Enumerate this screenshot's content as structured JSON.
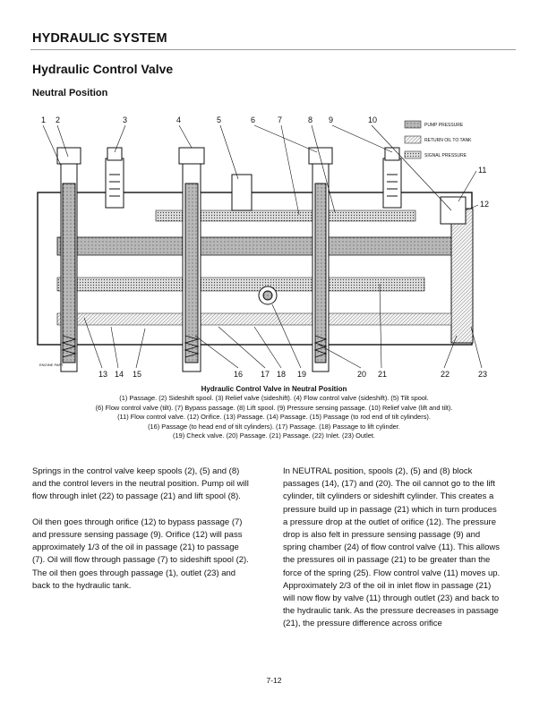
{
  "header": {
    "section": "HYDRAULIC SYSTEM",
    "title": "Hydraulic Control Valve",
    "subtitle": "Neutral Position"
  },
  "figure": {
    "callouts_top": [
      "1",
      "2",
      "3",
      "4",
      "5",
      "6",
      "7",
      "8",
      "9",
      "10"
    ],
    "callouts_right": [
      "11",
      "12"
    ],
    "callouts_bottom": [
      "13",
      "14",
      "15",
      "16",
      "17",
      "18",
      "19",
      "20",
      "21",
      "22",
      "23"
    ],
    "legend": [
      "PUMP PRESSURE",
      "RETURN OIL TO TANK",
      "SIGNAL PRESSURE"
    ],
    "image_id": "ENGINE PART"
  },
  "caption": {
    "title": "Hydraulic Control Valve in Neutral Position",
    "lines": [
      "(1) Passage. (2) Sideshift spool. (3) Relief valve (sideshift). (4) Flow control valve (sideshift). (5) Tilt spool.",
      "(6) Flow control valve (tilt). (7) Bypass passage. (8) Lift spool. (9) Pressure sensing passage. (10) Relief valve (lift and tilt).",
      "(11) Flow control valve. (12) Orifice. (13) Passage. (14) Passage. (15) Passage (to rod end of tilt cylinders).",
      "(16) Passage (to head end of tilt cylinders). (17) Passage. (18) Passage to lift cylinder.",
      "(19) Check valve. (20) Passage. (21) Passage. (22) Inlet. (23) Outlet."
    ]
  },
  "body": {
    "left": [
      "Springs in the control valve keep spools (2), (5) and (8) and the control levers in the neutral position. Pump oil will flow through inlet (22) to passage (21) and lift spool (8).",
      "Oil then goes through orifice (12) to bypass passage (7) and pressure sensing passage (9). Orifice (12) will pass approximately 1/3 of the oil in passage (21) to passage (7). Oil will flow through passage (7) to sideshift spool (2). The oil then goes through passage (1), outlet (23) and back to the hydraulic tank."
    ],
    "right": [
      "In NEUTRAL position, spools (2), (5) and (8) block passages (14), (17) and (20). The oil cannot go to the lift cylinder, tilt cylinders or sideshift cylinder. This creates a pressure build up in passage (21) which in turn produces a pressure drop at the outlet of orifice (12). The pressure drop is also felt in pressure sensing passage (9) and spring chamber (24) of flow control valve (11). This allows the pressures oil in passage (21) to be greater than the force of the spring (25). Flow control valve (11) moves up. Approximately 2/3 of the oil in inlet flow in passage (21) will now flow by valve (11) through outlet (23) and back to the hydraulic tank. As the pressure decreases in passage (21), the pressure difference across orifice"
    ]
  },
  "footer": {
    "page_number": "7-12"
  }
}
